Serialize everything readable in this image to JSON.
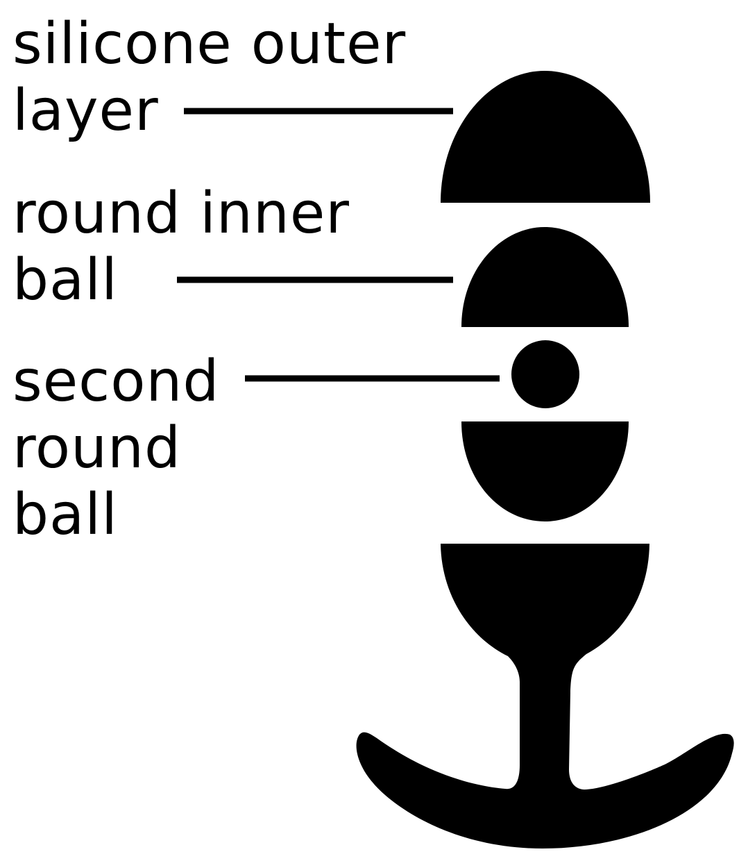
{
  "labels": {
    "outer_layer": "silicone outer\nlayer",
    "inner_ball": "round inner\nball",
    "second_ball": "second\nround\nball"
  },
  "colors": {
    "ink": "#000000",
    "background": "#ffffff"
  }
}
